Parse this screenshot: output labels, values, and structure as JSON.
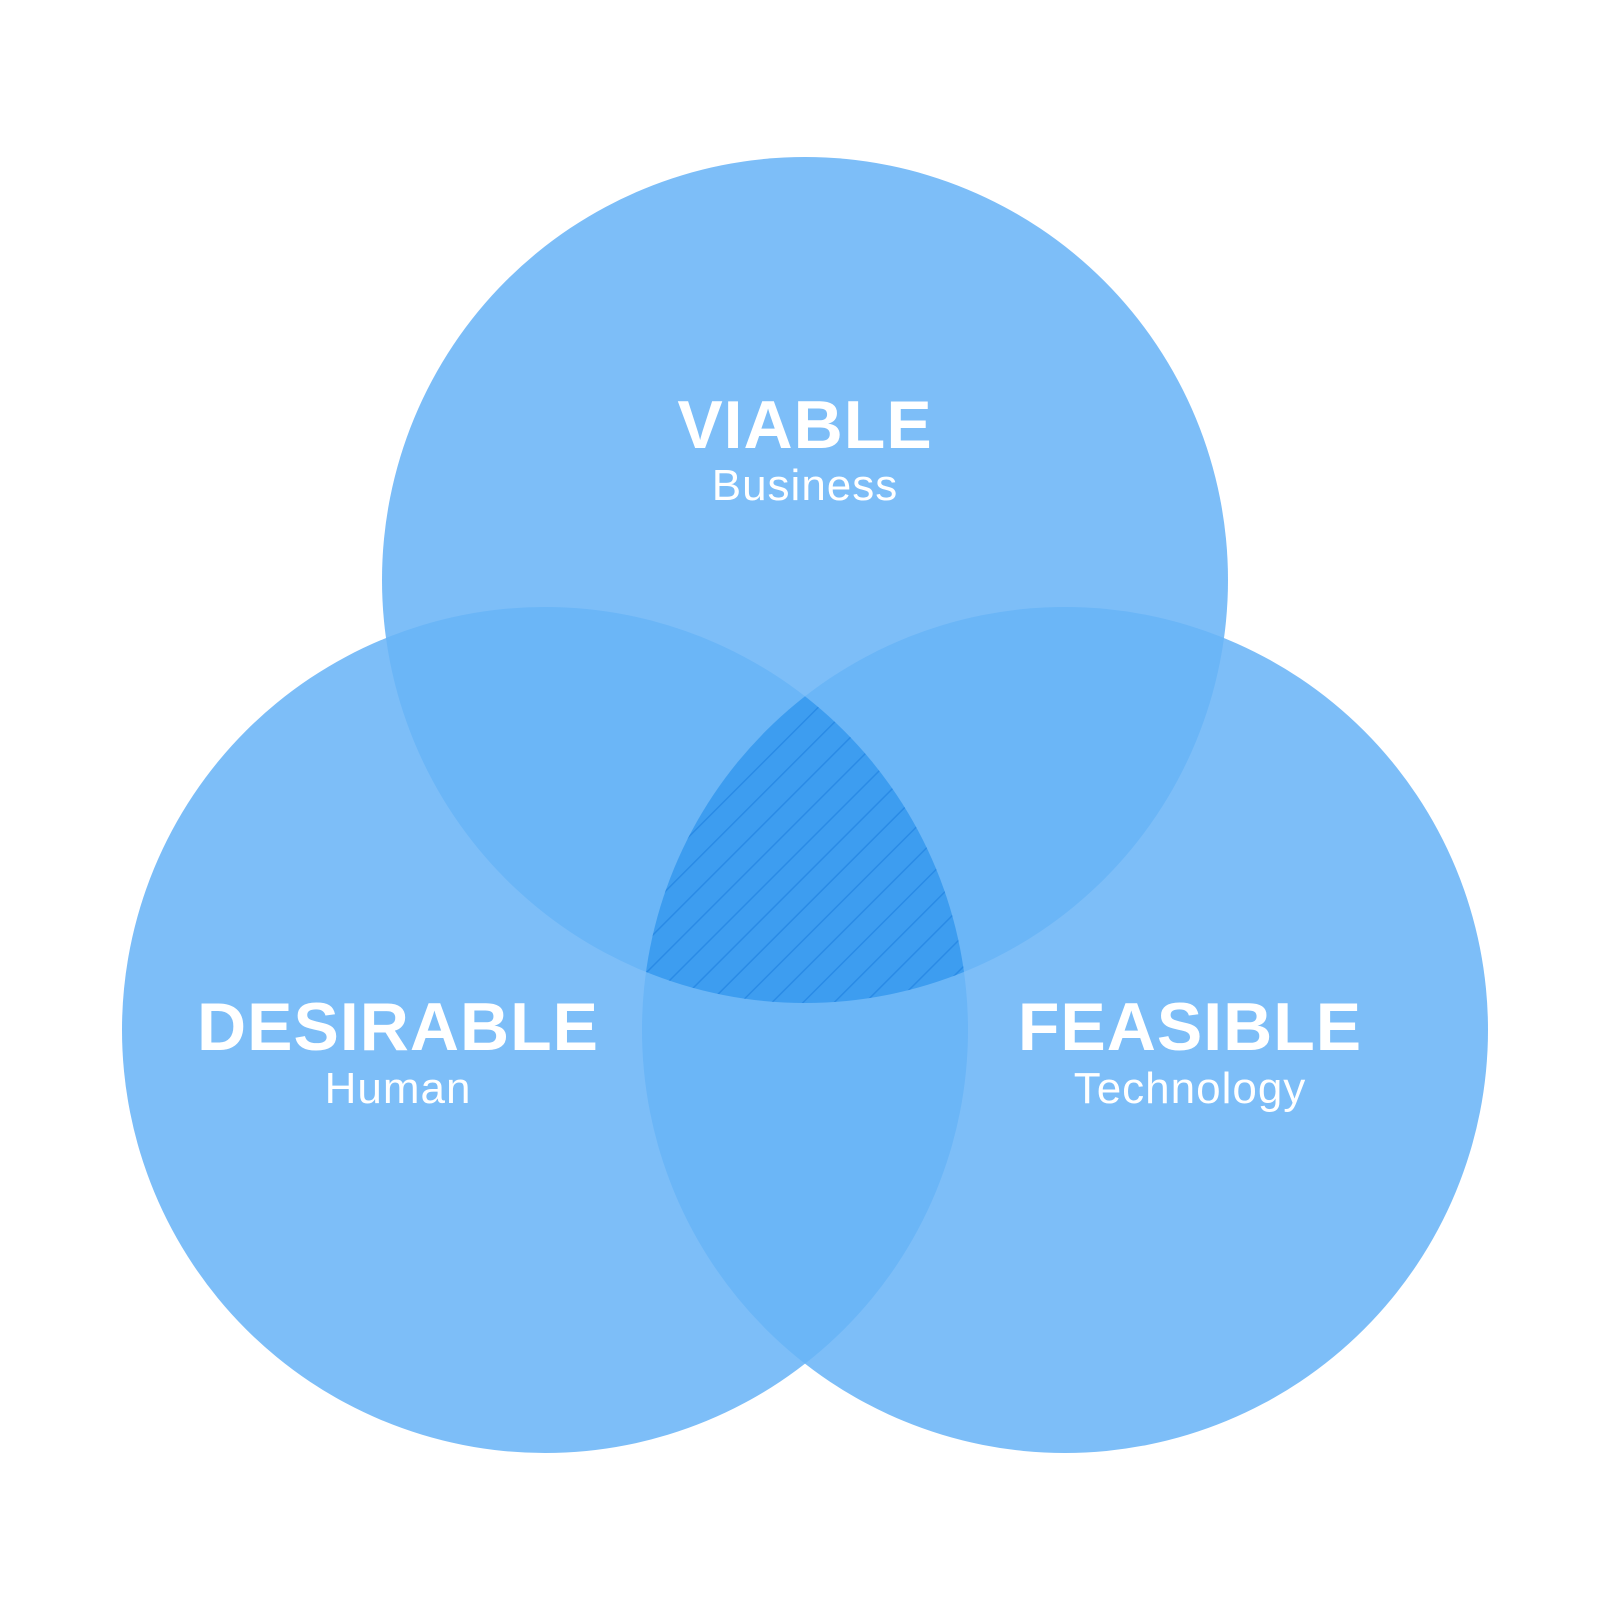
{
  "diagram": {
    "type": "venn",
    "colors": {
      "background": "#ffffff",
      "circle": "#7dbef8",
      "pairwise_overlap": "#6bb6f7",
      "center_overlap": "#3d9df0",
      "hatch": "#2a8be6",
      "text": "#ffffff"
    },
    "sets": [
      {
        "id": "viable",
        "title": "VIABLE",
        "subtitle": "Business"
      },
      {
        "id": "desirable",
        "title": "DESIRABLE",
        "subtitle": "Human"
      },
      {
        "id": "feasible",
        "title": "FEASIBLE",
        "subtitle": "Technology"
      }
    ]
  }
}
